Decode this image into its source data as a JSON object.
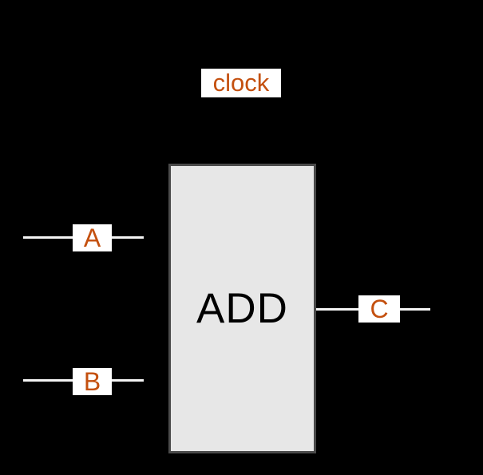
{
  "canvas": {
    "background": "#000000"
  },
  "block": {
    "label": "ADD",
    "fill": "#e7e7e7",
    "border_color": "#4a4a4a",
    "text_color": "#000000"
  },
  "clock": {
    "text": "clock",
    "text_color": "#c4500f",
    "background": "#ffffff"
  },
  "ports": {
    "a": {
      "label": "A",
      "side": "left"
    },
    "b": {
      "label": "B",
      "side": "left"
    },
    "c": {
      "label": "C",
      "side": "right"
    }
  },
  "port_label_style": {
    "text_color": "#c4500f",
    "background": "#ffffff"
  },
  "wire_color": "#f4f4f4"
}
